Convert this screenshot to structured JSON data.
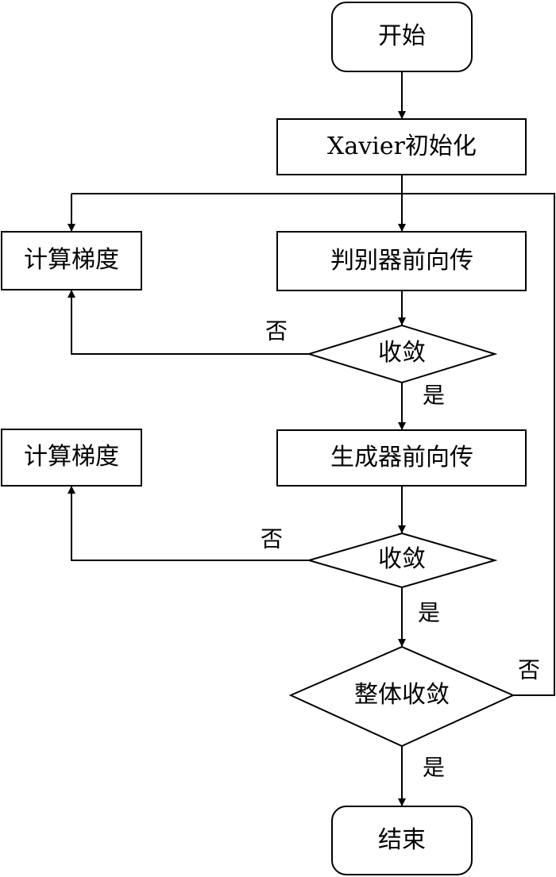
{
  "diagram": {
    "nodes": {
      "start": "开始",
      "init": "Xavier初始化",
      "disc_forward": "判别器前向传",
      "disc_converge": "收敛",
      "disc_grad": "计算梯度",
      "gen_forward": "生成器前向传",
      "gen_converge": "收敛",
      "gen_grad": "计算梯度",
      "overall_converge": "整体收敛",
      "end": "结束"
    },
    "edge_labels": {
      "disc_no": "否",
      "disc_yes": "是",
      "gen_no": "否",
      "gen_yes": "是",
      "overall_no": "否",
      "overall_yes": "是"
    }
  }
}
